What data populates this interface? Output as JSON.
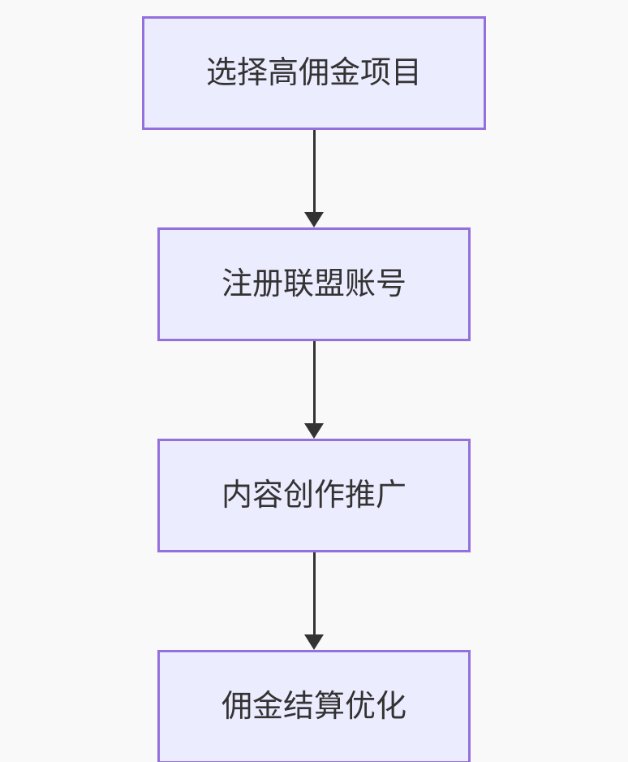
{
  "diagram": {
    "type": "flowchart",
    "direction": "top-down",
    "colors": {
      "background": "#f9f9f9",
      "node_fill": "#ECECFF",
      "node_border": "#9370DB",
      "text": "#333333",
      "arrow": "#333333"
    },
    "nodes": [
      {
        "label": "选择高佣金项目"
      },
      {
        "label": "注册联盟账号"
      },
      {
        "label": "内容创作推广"
      },
      {
        "label": "佣金结算优化"
      }
    ],
    "edges": [
      {
        "from": 0,
        "to": 1,
        "style": "arrow-down"
      },
      {
        "from": 1,
        "to": 2,
        "style": "arrow-down"
      },
      {
        "from": 2,
        "to": 3,
        "style": "arrow-down"
      }
    ]
  }
}
